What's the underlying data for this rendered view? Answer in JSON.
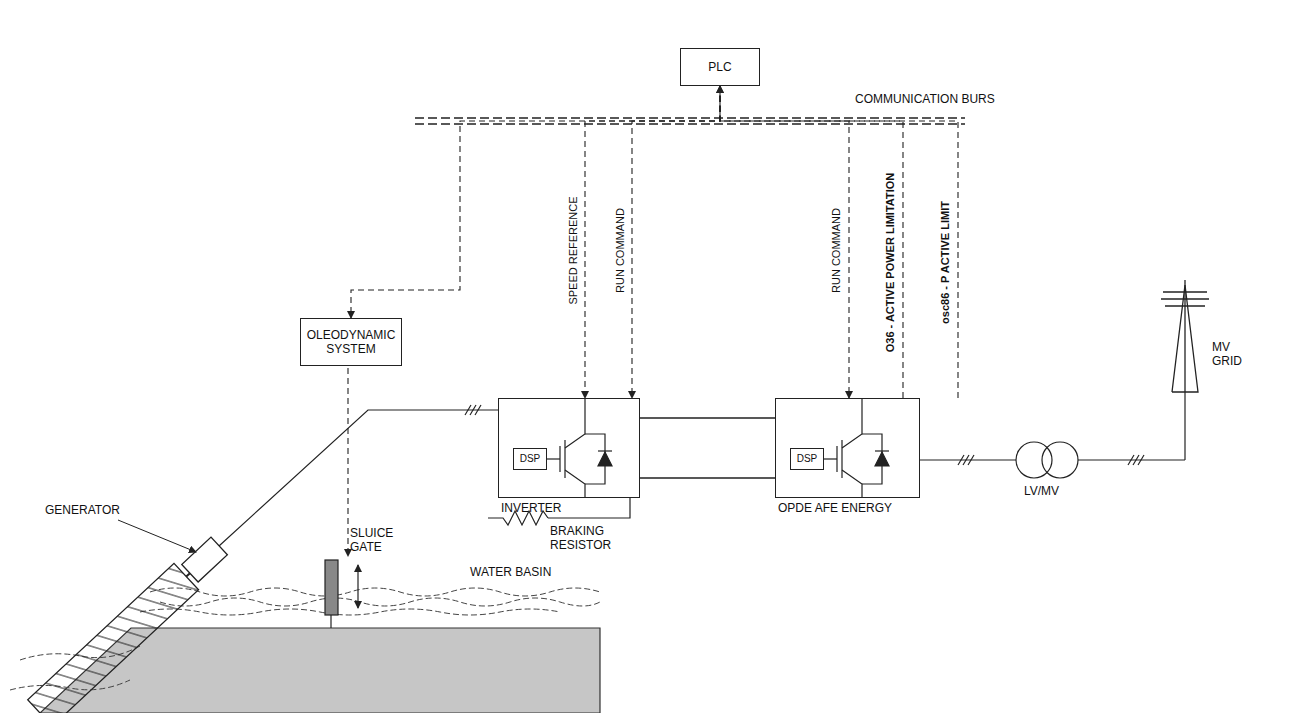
{
  "diagram": {
    "nodes": [
      {
        "text": [
          "PLC"
        ]
      },
      {
        "text": [
          "OLEODYNAMIC SYSTEM"
        ]
      },
      {
        "text": [
          "INVERTER"
        ]
      },
      {
        "text": [
          "DSP"
        ],
        "in": 2
      },
      {
        "text": [
          "OPDE AFE ENERGY"
        ]
      },
      {
        "text": [
          "DSP"
        ],
        "in": 4
      }
    ],
    "edges": [
      {
        "from": 0,
        "to": 1,
        "arrow": "to"
      },
      {
        "from": 0,
        "to": 2,
        "label": "SPEED REFERENCE",
        "arrow": "to"
      },
      {
        "from": 0,
        "to": 2,
        "label": "RUN COMMAND",
        "arrow": "to"
      },
      {
        "from": 0,
        "to": 4,
        "label": "RUN COMMAND",
        "arrow": "to"
      },
      {
        "from": 4,
        "to": 0,
        "label": "O36 - ACTIVE POWER LIMITATION",
        "arrow": "to"
      },
      {
        "from": 4,
        "to": 0,
        "label": "osc86 - P ACTIVE LIMIT",
        "arrow": "to"
      },
      {
        "from": 2,
        "to": 4,
        "arrow": "none"
      }
    ],
    "labels": [
      "COMMUNICATION BURS",
      "GENERATOR",
      "SLUICE GATE",
      "WATER BASIN",
      "BRAKING RESISTOR",
      "LV/MV",
      "MV GRID"
    ]
  }
}
